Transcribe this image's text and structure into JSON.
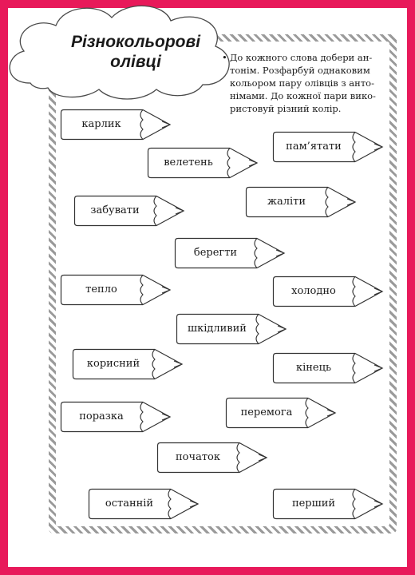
{
  "title": {
    "line1": "Різнокольорові",
    "line2": "олівці"
  },
  "instruction": {
    "bullet": "•",
    "lines": [
      "До кожного слова добери ан-",
      "тонім. Розфарбуй однаковим",
      "кольором пару олівців з анто-",
      "німами. До кожної пари вико-",
      "ристовуй різний колір."
    ]
  },
  "pencils": [
    {
      "word": "карлик"
    },
    {
      "word": "велетень"
    },
    {
      "word": "пам’ятати"
    },
    {
      "word": "жаліти"
    },
    {
      "word": "забувати"
    },
    {
      "word": "берегти"
    },
    {
      "word": "тепло"
    },
    {
      "word": "холодно"
    },
    {
      "word": "шкідливий"
    },
    {
      "word": "корисний"
    },
    {
      "word": "кінець"
    },
    {
      "word": "поразка"
    },
    {
      "word": "перемога"
    },
    {
      "word": "початок"
    },
    {
      "word": "останній"
    },
    {
      "word": "перший"
    }
  ],
  "colors": {
    "border": "#e8195a",
    "outline": "#333333",
    "stripe": "#9a9a9a"
  }
}
